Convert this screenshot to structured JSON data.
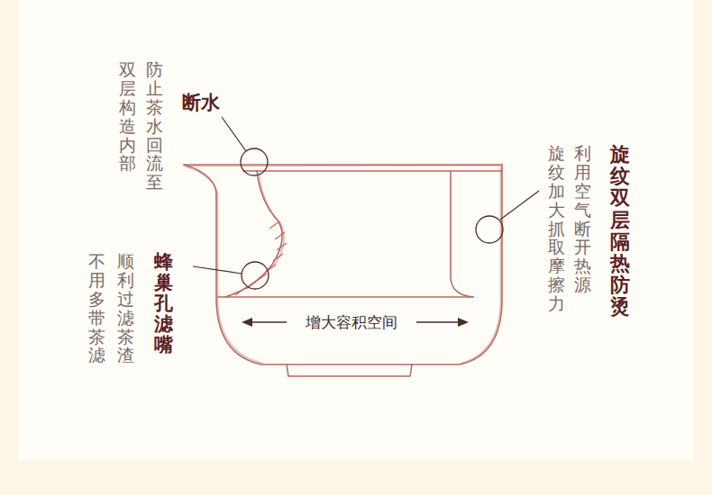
{
  "diagram": {
    "labels": [
      "断水",
      "防止茶水回流至",
      "双层构造内部",
      "蜂巢孔滤嘴",
      "顺利过滤茶渣",
      "不用多带茶滤",
      "增大容积空间",
      "旋纹双层隔热防烫",
      "利用空气断开热源",
      "旋纹加大抓取摩擦力"
    ]
  }
}
